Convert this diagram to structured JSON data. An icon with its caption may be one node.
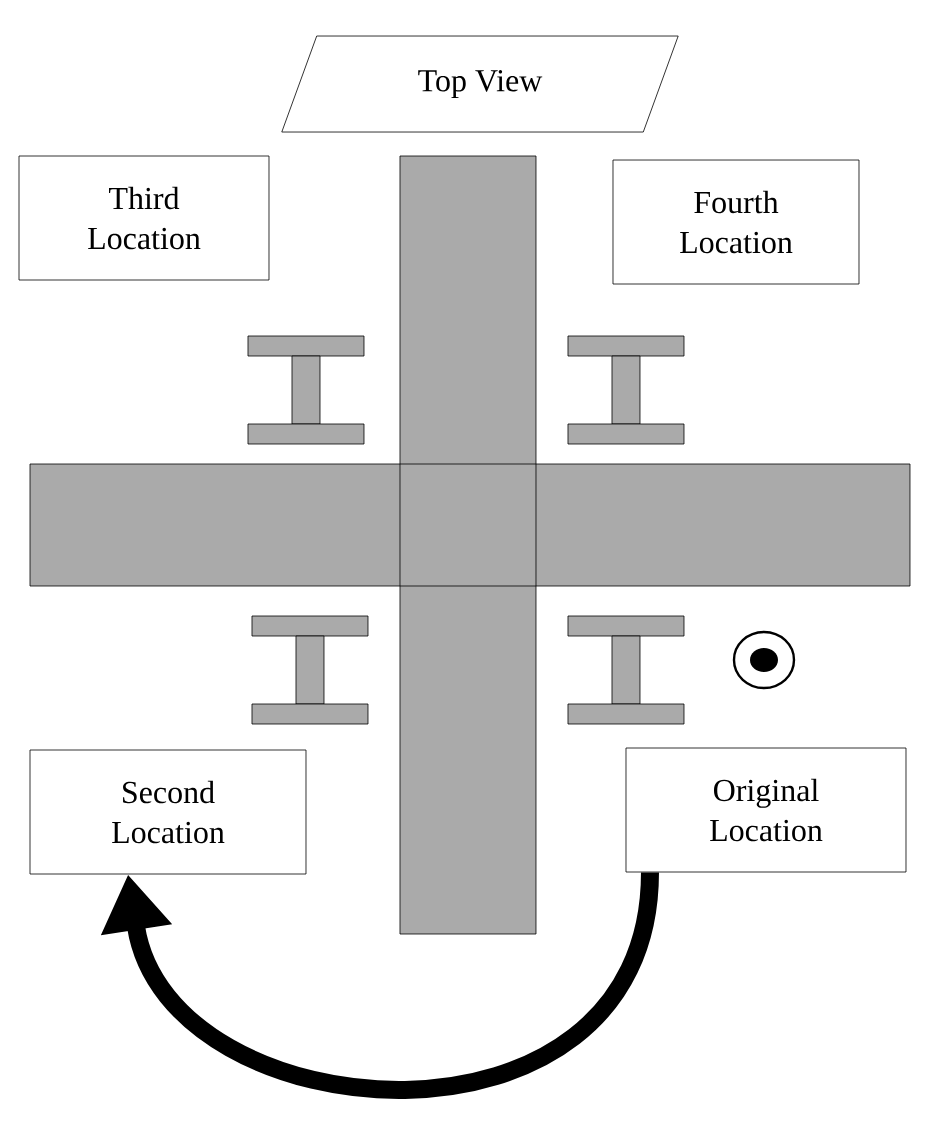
{
  "diagram": {
    "nodes": [
      {
        "text": [
          "Top View"
        ]
      },
      {
        "text": [
          "Third Location"
        ]
      },
      {
        "text": [
          "Fourth Location"
        ]
      },
      {
        "text": [
          "Second Location"
        ]
      },
      {
        "text": [
          "Original Location"
        ]
      }
    ],
    "edges": [
      {
        "from": 4,
        "to": 3,
        "arrow": "to"
      }
    ]
  }
}
